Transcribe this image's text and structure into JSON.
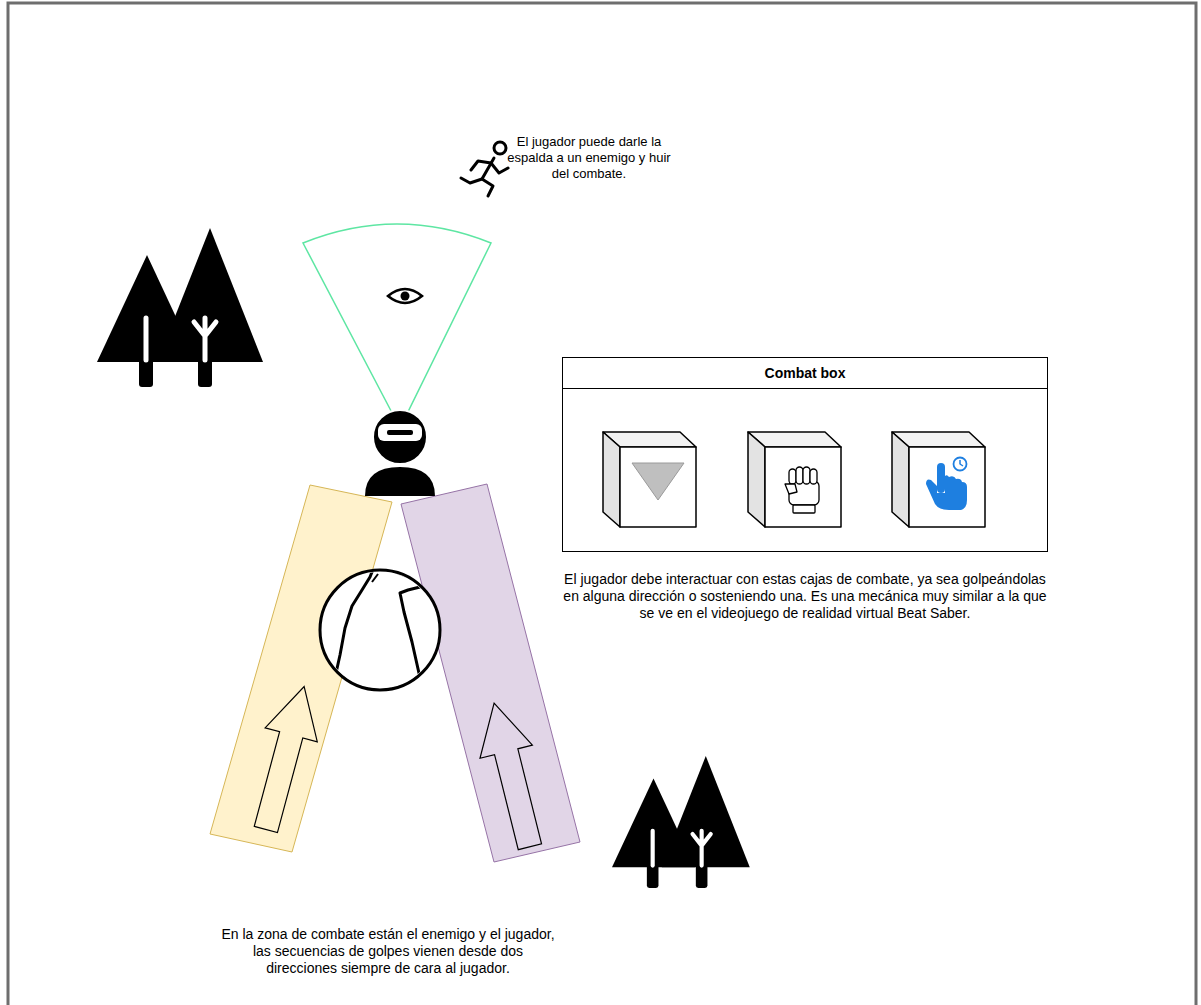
{
  "diagram": {
    "nodes": [
      {
        "text": [
          "Combat box"
        ]
      }
    ],
    "labels": [
      "El jugador puede darle la espalda a un enemigo y huir del combate.",
      "El jugador debe interactuar con estas cajas de combate, ya sea golpeándolas en alguna dirección o sosteniendo una. Es una mecánica muy similar a la que se ve en el videojuego de realidad virtual Beat Saber.",
      "En la zona de combate están el enemigo y el jugador, las secuencias de golpes vienen desde dos direcciones siempre de cara al jugador."
    ]
  }
}
